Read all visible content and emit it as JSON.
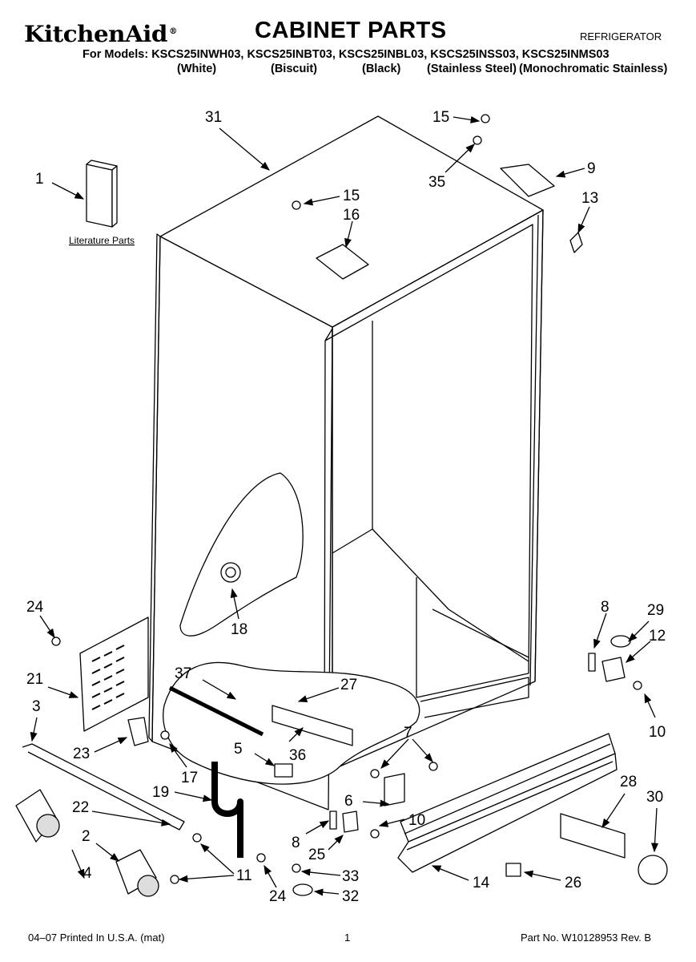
{
  "header": {
    "brand": "KitchenAid",
    "brand_mark": "®",
    "title": "CABINET PARTS",
    "subtitle": "REFRIGERATOR",
    "models_line": "For Models: KSCS25INWH03, KSCS25INBT03, KSCS25INBL03, KSCS25INSS03, KSCS25INMS03",
    "variants": [
      "(White)",
      "(Biscuit)",
      "(Black)",
      "(Stainless Steel)",
      "(Monochromatic Stainless)"
    ]
  },
  "diagram": {
    "literature_label": "Literature Parts",
    "callouts": [
      "31",
      "15",
      "35",
      "9",
      "13",
      "1",
      "15",
      "16",
      "24",
      "18",
      "8",
      "29",
      "12",
      "21",
      "37",
      "27",
      "3",
      "10",
      "23",
      "5",
      "36",
      "7",
      "17",
      "28",
      "30",
      "19",
      "6",
      "10",
      "22",
      "2",
      "8",
      "25",
      "4",
      "11",
      "33",
      "14",
      "26",
      "24",
      "32"
    ]
  },
  "footer": {
    "left": "04–07 Printed In U.S.A. (mat)",
    "center": "1",
    "right": "Part No. W10128953 Rev. B"
  }
}
